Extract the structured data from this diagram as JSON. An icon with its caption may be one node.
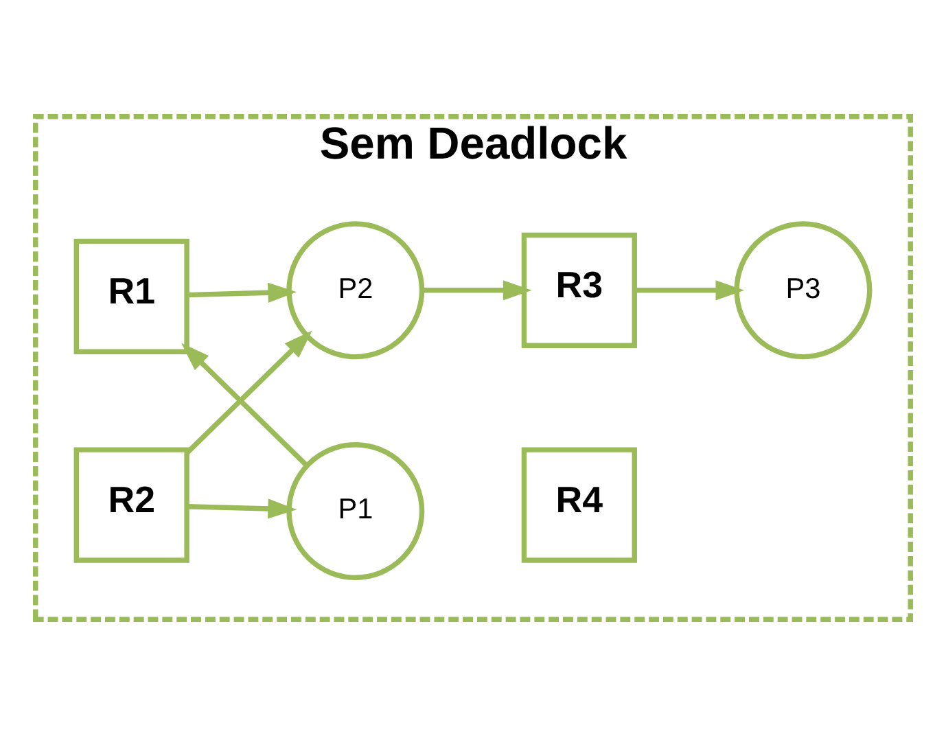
{
  "diagram": {
    "nodes": [
      {
        "text": [
          "Sem Deadlock"
        ]
      },
      {
        "text": [
          "R1"
        ],
        "in": 0
      },
      {
        "text": [
          "R3"
        ],
        "in": 0
      },
      {
        "text": [
          "P1"
        ],
        "in": 0
      },
      {
        "text": [
          "P2"
        ],
        "in": 0
      },
      {
        "text": [
          "P3"
        ],
        "in": 0
      },
      {
        "text": [
          "R2"
        ],
        "in": 0
      },
      {
        "text": [
          "R4"
        ],
        "in": 0
      }
    ],
    "edges": [
      {
        "from": 3,
        "to": 1,
        "arrow": "to"
      },
      {
        "from": 1,
        "to": 4,
        "arrow": "to"
      },
      {
        "from": 4,
        "to": 2,
        "arrow": "to"
      },
      {
        "from": 2,
        "to": 5,
        "arrow": "to"
      },
      {
        "from": 6,
        "to": 3,
        "arrow": "to"
      },
      {
        "from": 6,
        "to": 4,
        "arrow": "to"
      }
    ]
  }
}
